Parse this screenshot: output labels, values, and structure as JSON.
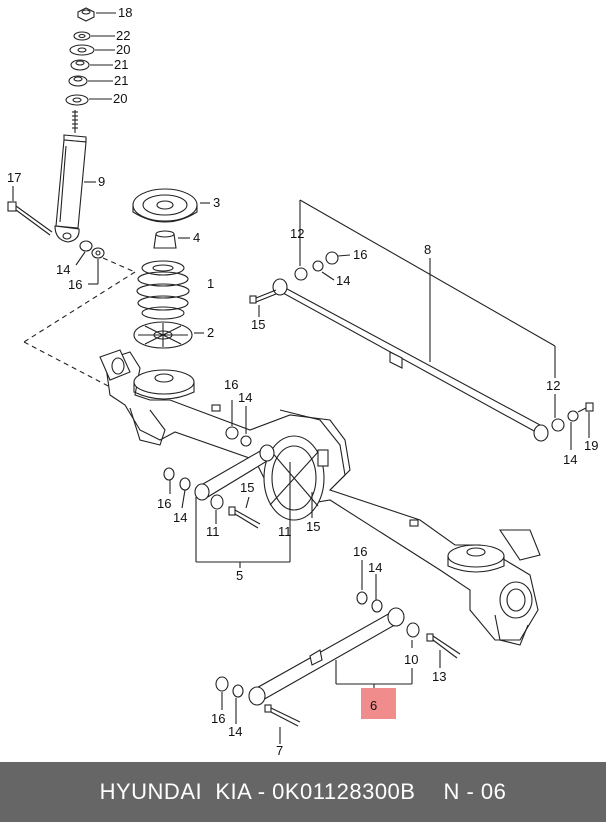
{
  "footer": {
    "brand": "HYUNDAI  KIA - 0K01128300B",
    "page": "N - 06"
  },
  "colors": {
    "highlight": "#f08c8c",
    "footer_bg": "#666666",
    "line": "#222222"
  },
  "callouts": {
    "c18": "18",
    "c22": "22",
    "c20a": "20",
    "c21a": "21",
    "c21b": "21",
    "c20b": "20",
    "c17": "17",
    "c9": "9",
    "c14a": "14",
    "c16a": "16",
    "c3": "3",
    "c4": "4",
    "c1": "1",
    "c2": "2",
    "c12a": "12",
    "c16b": "16",
    "c14b": "14",
    "c8": "8",
    "c15a": "15",
    "c12b": "12",
    "c19": "19",
    "c14c": "14",
    "c16c": "16",
    "c14d": "14",
    "c16d": "16",
    "c14e": "14",
    "c15b": "15",
    "c11a": "11",
    "c11b": "11",
    "c15c": "15",
    "c5": "5",
    "c16e": "16",
    "c14f": "14",
    "c10": "10",
    "c13": "13",
    "c16f": "16",
    "c14g": "14",
    "c7": "7",
    "c6": "6"
  }
}
